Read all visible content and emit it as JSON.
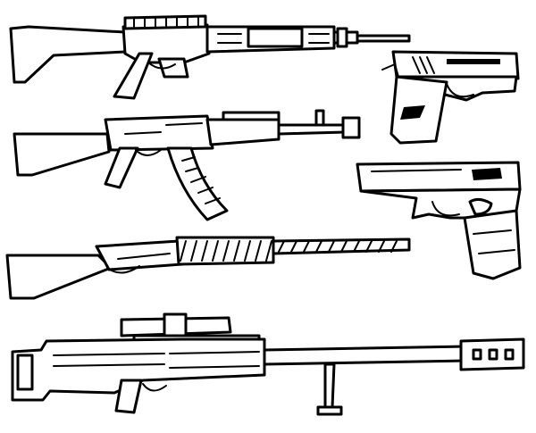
{
  "illustration": {
    "style": "black line art on white background",
    "colors": {
      "line": "#000000",
      "background": "#ffffff"
    },
    "items": [
      {
        "id": "assault-rifle",
        "icon": "ar-rifle-icon"
      },
      {
        "id": "semi-auto-pistol",
        "icon": "pistol-icon"
      },
      {
        "id": "kalashnikov-rifle",
        "icon": "ak-rifle-icon"
      },
      {
        "id": "compact-pistol",
        "icon": "compact-pistol-icon"
      },
      {
        "id": "pump-shotgun",
        "icon": "shotgun-icon"
      },
      {
        "id": "sniper-rifle",
        "icon": "sniper-rifle-icon"
      }
    ]
  }
}
